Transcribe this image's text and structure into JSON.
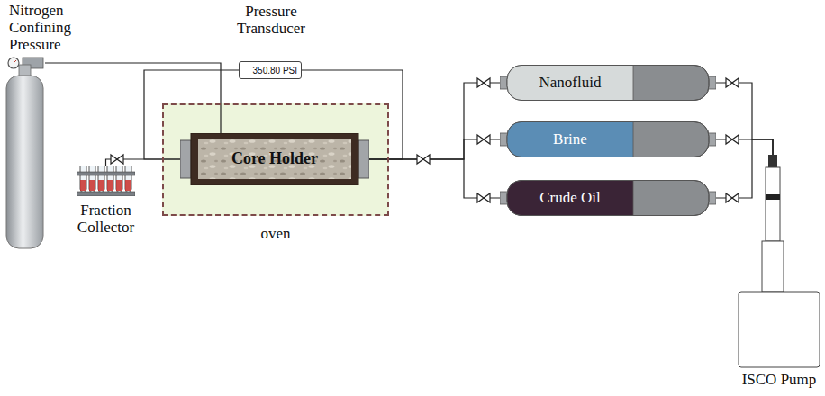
{
  "diagram": {
    "nodes": [
      {
        "text": [
          "Nitrogen Confining Pressure"
        ]
      },
      {
        "text": [
          "Pressure Transducer",
          "350.80 PSI"
        ]
      },
      {
        "text": [
          "Fraction Collector"
        ]
      },
      {
        "text": [
          "oven"
        ]
      },
      {
        "text": [
          "Core Holder"
        ],
        "in": 3
      },
      {
        "text": [
          "Nanofluid"
        ]
      },
      {
        "text": [
          "Brine"
        ]
      },
      {
        "text": [
          "Crude Oil"
        ]
      },
      {
        "text": [
          "ISCO Pump"
        ]
      }
    ],
    "edges": [
      {
        "from": 0,
        "to": 4,
        "arrow": "none"
      },
      {
        "from": 1,
        "to": 4,
        "arrow": "none"
      },
      {
        "from": 1,
        "to": 4,
        "arrow": "none"
      },
      {
        "from": 4,
        "to": 2,
        "arrow": "none"
      },
      {
        "from": 5,
        "to": 4,
        "arrow": "none"
      },
      {
        "from": 6,
        "to": 4,
        "arrow": "none"
      },
      {
        "from": 7,
        "to": 4,
        "arrow": "none"
      },
      {
        "from": 8,
        "to": 5,
        "arrow": "none"
      },
      {
        "from": 8,
        "to": 6,
        "arrow": "none"
      },
      {
        "from": 8,
        "to": 7,
        "arrow": "none"
      }
    ]
  }
}
